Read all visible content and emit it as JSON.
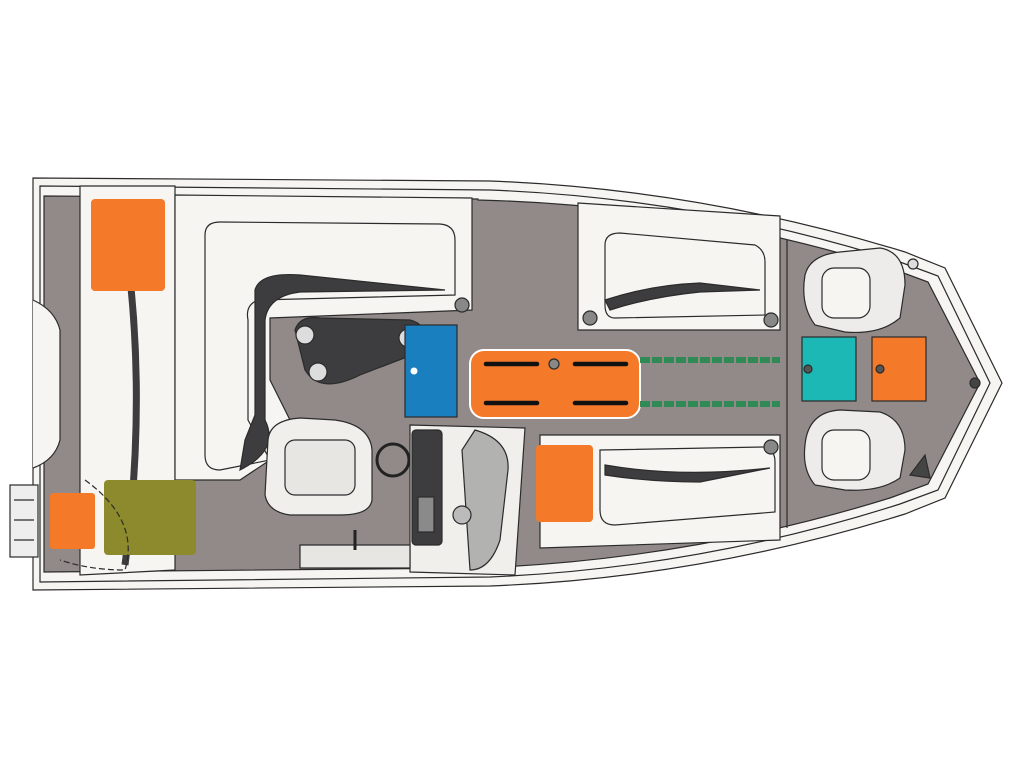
{
  "colors": {
    "hull": "#f7f5f2",
    "deck": "#928a88",
    "outline": "#2b2b2b",
    "dark_upholstery": "#3d3d3f",
    "storage_orange": "#f47a2a",
    "livewell_blue": "#1a7fbf",
    "storage_teal": "#1cb8b5",
    "storage_olive": "#8c8a2c",
    "rod_storage_green": "#2f8a55"
  },
  "zones": [
    {
      "id": "stern-left-storage",
      "color": "storage_orange"
    },
    {
      "id": "stern-right-storage",
      "color": "storage_orange"
    },
    {
      "id": "stern-olive-compartment",
      "color": "storage_olive"
    },
    {
      "id": "livewell",
      "color": "livewell_blue"
    },
    {
      "id": "center-deck-storage",
      "color": "storage_orange"
    },
    {
      "id": "rod-locker",
      "color": "rod_storage_green"
    },
    {
      "id": "console-side-storage",
      "color": "storage_orange"
    },
    {
      "id": "bow-teal-storage",
      "color": "storage_teal"
    },
    {
      "id": "bow-orange-storage",
      "color": "storage_orange"
    }
  ]
}
